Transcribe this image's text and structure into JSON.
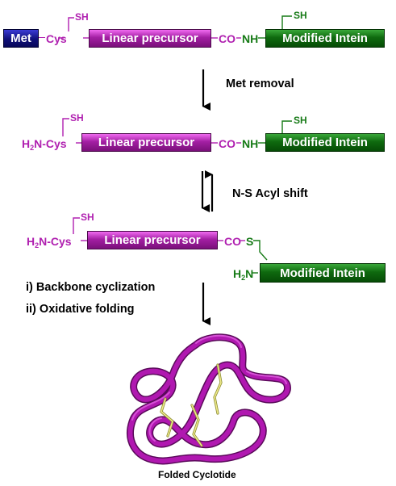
{
  "colors": {
    "met_blue": "#12127e",
    "linear_magenta": "#a31fa3",
    "intein_green": "#0f6a0f",
    "label_magenta": "#b020b0",
    "label_green": "#167a16",
    "disulfide_yellow": "#e8e070"
  },
  "row1": {
    "met_label": "Met",
    "cys_label": "Cys",
    "sh_cys": "SH",
    "linear_label": "Linear precursor",
    "co_label": "CO",
    "nh_label": "NH",
    "sh_intein": "SH",
    "intein_label": "Modified Intein"
  },
  "step1": {
    "label": "Met removal"
  },
  "row2": {
    "h2n_cys_prefix": "H",
    "h2n_cys_sub": "2",
    "h2n_cys_suffix": "N-Cys",
    "sh_cys": "SH",
    "linear_label": "Linear precursor",
    "co_label": "CO",
    "nh_label": "NH",
    "sh_intein": "SH",
    "intein_label": "Modified Intein"
  },
  "step2": {
    "label": "N-S Acyl shift"
  },
  "row3": {
    "h2n_cys_prefix": "H",
    "h2n_cys_sub": "2",
    "h2n_cys_suffix": "N-Cys",
    "sh_cys": "SH",
    "linear_label": "Linear precursor",
    "co_label": "CO",
    "s_label": "S",
    "h2n_intein_prefix": "H",
    "h2n_intein_sub": "2",
    "h2n_intein_suffix": "N",
    "intein_label": "Modified Intein"
  },
  "step3": {
    "line1": "i) Backbone cyclization",
    "line2": "ii) Oxidative folding"
  },
  "product": {
    "label": "Folded Cyclotide"
  }
}
